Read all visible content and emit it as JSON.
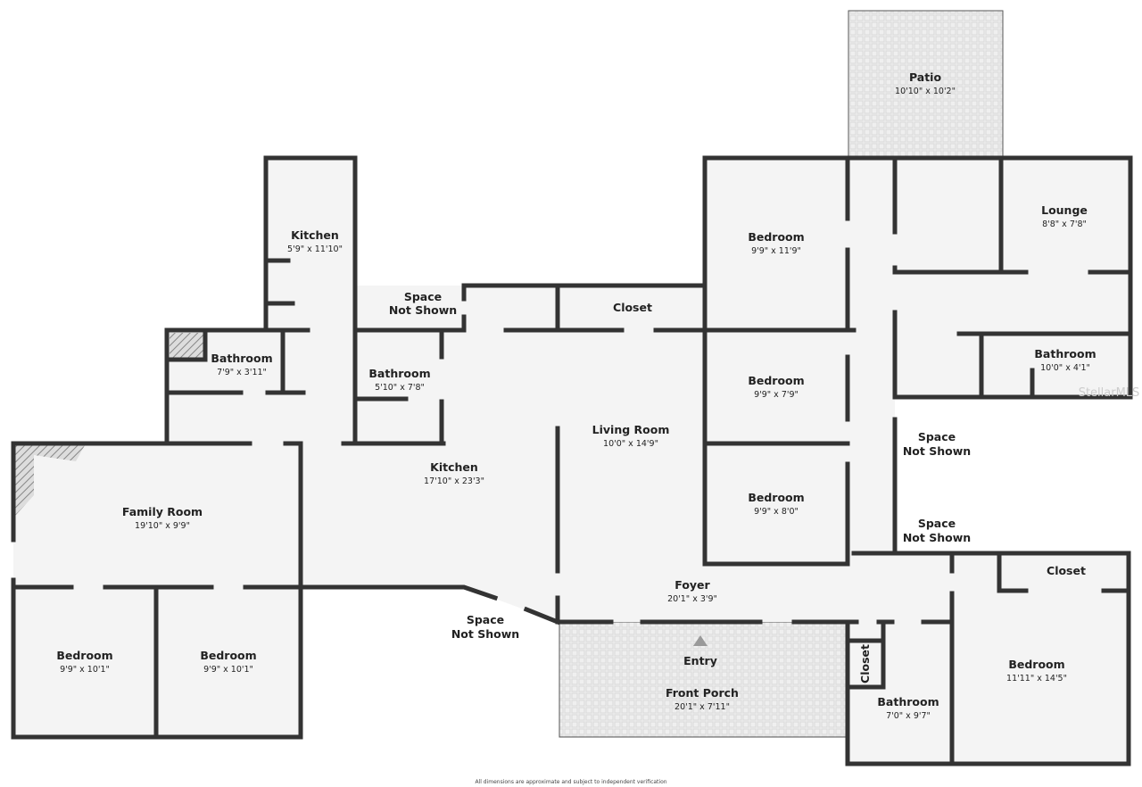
{
  "colors": {
    "wall": "#333333",
    "floor": "#f4f4f4",
    "porch": "#ececec"
  },
  "rooms": [
    {
      "name": "Patio",
      "dims": "10'10\" x 10'2\""
    },
    {
      "name": "Kitchen",
      "dims": "5'9\" x 11'10\""
    },
    {
      "name": "Space\nNot Shown",
      "line1": "Space",
      "line2": "Not Shown"
    },
    {
      "name": "Closet"
    },
    {
      "name": "Bedroom",
      "dims": "9'9\" x 11'9\""
    },
    {
      "name": "Lounge",
      "dims": "8'8\" x 7'8\""
    },
    {
      "name": "Bathroom",
      "dims": "7'9\" x 3'11\""
    },
    {
      "name": "Bathroom",
      "dims": "5'10\" x 7'8\""
    },
    {
      "name": "Bedroom",
      "dims": "9'9\" x 7'9\""
    },
    {
      "name": "Bathroom",
      "dims": "10'0\" x 4'1\""
    },
    {
      "name": "Living Room",
      "dims": "10'0\" x 14'9\""
    },
    {
      "name": "Kitchen",
      "dims": "17'10\" x 23'3\""
    },
    {
      "name": "Bedroom",
      "dims": "9'9\" x 8'0\""
    },
    {
      "name": "Family Room",
      "dims": "19'10\" x 9'9\""
    },
    {
      "name": "Foyer",
      "dims": "20'1\" x 3'9\""
    },
    {
      "name": "Closet"
    },
    {
      "name": "Bedroom",
      "dims": "9'9\" x 10'1\""
    },
    {
      "name": "Bedroom",
      "dims": "9'9\" x 10'1\""
    },
    {
      "name": "Entry"
    },
    {
      "name": "Front Porch",
      "dims": "20'1\" x 7'11\""
    },
    {
      "name": "Closet"
    },
    {
      "name": "Bathroom",
      "dims": "7'0\" x 9'7\""
    },
    {
      "name": "Bedroom",
      "dims": "11'11\" x 14'5\""
    }
  ],
  "spaces_not_shown": [
    {
      "line1": "Space",
      "line2": "Not Shown"
    },
    {
      "line1": "Space",
      "line2": "Not Shown"
    },
    {
      "line1": "Space",
      "line2": "Not Shown"
    },
    {
      "line1": "Space",
      "line2": "Not Shown"
    }
  ],
  "watermark": "StellarMLS",
  "footer": "All dimensions are approximate and subject to independent verification"
}
